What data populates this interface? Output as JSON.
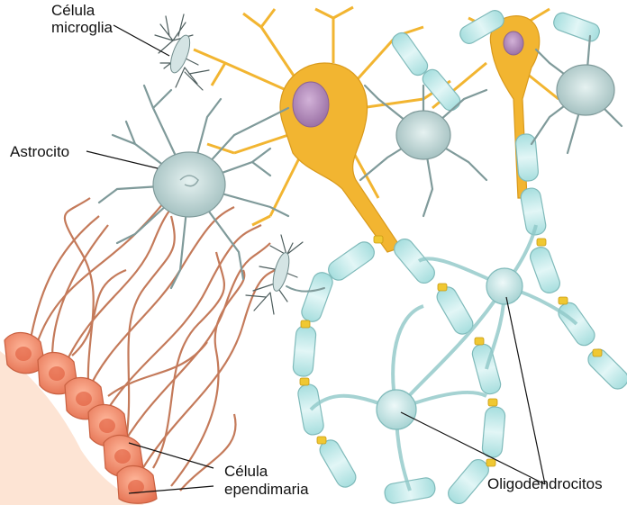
{
  "labels": {
    "microglia_line1": "Célula",
    "microglia_line2": "microglia",
    "astrocyte": "Astrocito",
    "ependymal_line1": "Célula",
    "ependymal_line2": "ependimaria",
    "oligodendrocytes": "Oligodendrocitos"
  },
  "colors": {
    "neuron": "#f2b531",
    "neuron_nucleus": "#b68bbd",
    "glia": "#a9c6c6",
    "myelin": "#bfe8e8",
    "myelin_gap": "#f0c832",
    "ependymal_cell": "#f08a6a",
    "ependymal_process": "#c87858",
    "microglia": "#5a6a6a"
  }
}
